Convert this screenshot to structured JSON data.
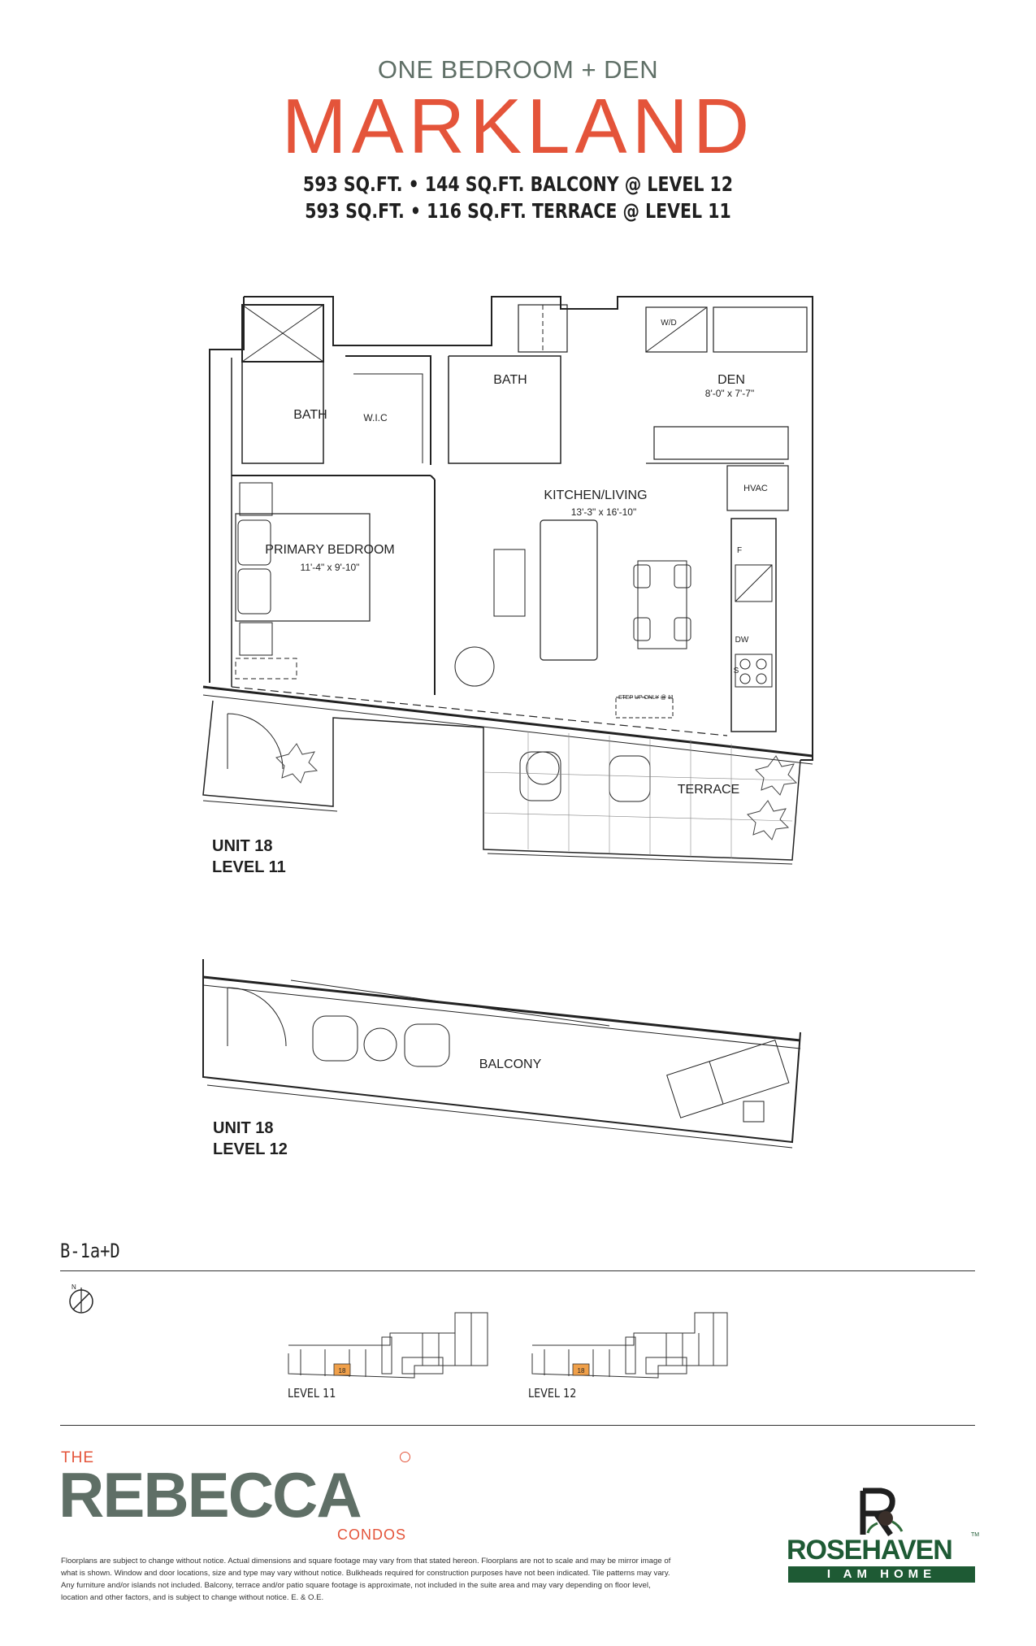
{
  "header": {
    "subtitle": "ONE BEDROOM + DEN",
    "title": "MARKLAND",
    "area_line_1": "593 SQ.FT. • 144 SQ.FT. BALCONY @ LEVEL 12",
    "area_line_2": "593 SQ.FT. • 116 SQ.FT. TERRACE @ LEVEL 11"
  },
  "plan_level_11": {
    "rooms": {
      "bath_1": "BATH",
      "wic": "W.I.C",
      "bath_2": "BATH",
      "wd": "W/D",
      "den": "DEN",
      "den_size": "8'-0\" x 7'-7\"",
      "kitchen_living": "KITCHEN/LIVING",
      "kitchen_living_size": "13'-3\" x 16'-10\"",
      "hvac": "HVAC",
      "primary_bedroom": "PRIMARY BEDROOM",
      "primary_bedroom_size": "11'-4\" x 9'-10\"",
      "terrace": "TERRACE",
      "fridge": "F",
      "dishwasher": "DW",
      "stove": "S",
      "step_note": "STEP UP ONLY @ 11"
    },
    "unit_label": "UNIT 18",
    "level_label": "LEVEL 11"
  },
  "plan_level_12": {
    "balcony": "BALCONY",
    "unit_label": "UNIT 18",
    "level_label": "LEVEL 12"
  },
  "suite_code": "B-1a+D",
  "key_plans": [
    {
      "unit": "18",
      "label": "LEVEL 11"
    },
    {
      "unit": "18",
      "label": "LEVEL 12"
    }
  ],
  "branding": {
    "the": "THE",
    "rebecca": "REBECCA",
    "condos": "CONDOS",
    "builder": "ROSEHAVEN",
    "builder_tagline": "I AM HOME",
    "builder_tm": "TM"
  },
  "disclaimer": "Floorplans are subject to change without notice. Actual dimensions and square footage may vary from that stated hereon. Floorplans are not to scale and may be mirror image of what is shown. Window and door locations, size and type may vary without notice. Bulkheads required for construction purposes have not been indicated. Tile patterns may vary. Any furniture and/or islands not included. Balcony, terrace and/or patio square footage is approximate, not included in the suite area and may vary depending on floor level, location and other factors, and is subject to change without notice. E. & O.E.",
  "colors": {
    "accent": "#e4543a",
    "brand_grey": "#5f6f66",
    "builder_green": "#1e5a34",
    "highlight_unit": "#f0a04a"
  }
}
